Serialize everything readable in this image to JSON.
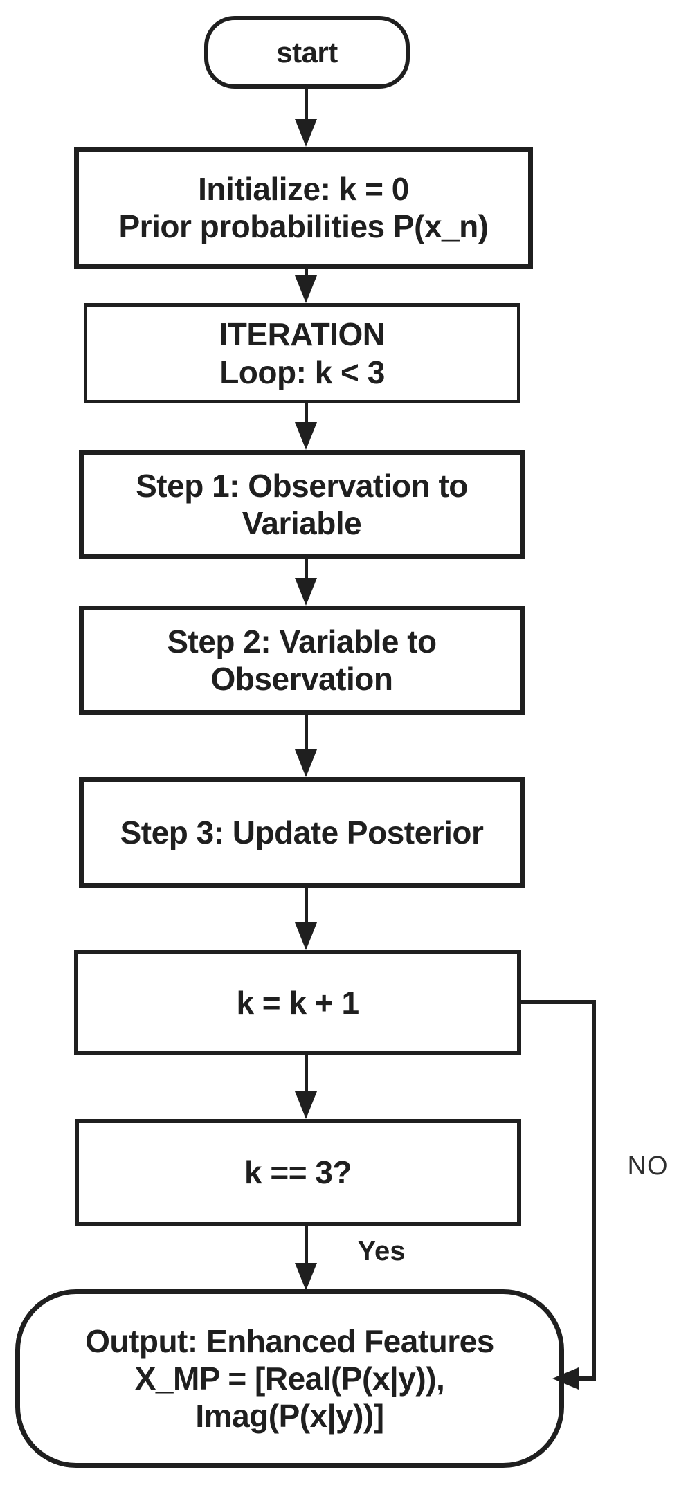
{
  "colors": {
    "bg": "#ffffff",
    "stroke": "#1f1f1f",
    "text": "#1f1f1f",
    "muted": "#2f2f2f"
  },
  "flowchart": {
    "nodes": {
      "start": {
        "label": "start"
      },
      "init": {
        "line1": "Initialize: k = 0",
        "line2": "Prior probabilities P(x_n)"
      },
      "iteration": {
        "line1": "ITERATION",
        "line2": "Loop: k < 3"
      },
      "step1": {
        "line1": "Step 1: Observation to",
        "line2": "Variable"
      },
      "step2": {
        "line1": "Step 2: Variable to",
        "line2": "Observation"
      },
      "step3": {
        "line1": "Step 3: Update Posterior"
      },
      "increment": {
        "line1": "k = k + 1"
      },
      "condition": {
        "line1": "k == 3?"
      },
      "output": {
        "line1": "Output: Enhanced Features",
        "line2": "X_MP = [Real(P(x|y)),",
        "line3": "Imag(P(x|y))]"
      }
    },
    "edge_labels": {
      "yes": "Yes",
      "no": "NO"
    }
  }
}
